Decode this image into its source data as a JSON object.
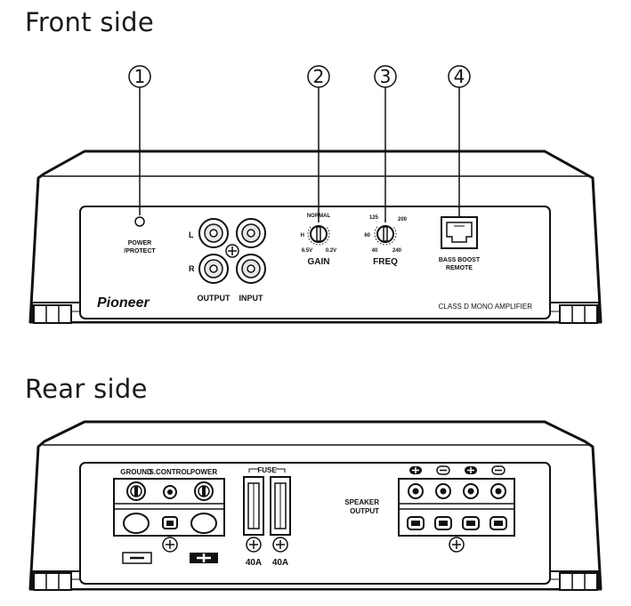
{
  "front": {
    "heading": "Front side",
    "callouts": [
      "1",
      "2",
      "3",
      "4"
    ],
    "power_protect": [
      "POWER",
      "/PROTECT"
    ],
    "rca": {
      "left": "L",
      "right": "R",
      "output": "OUTPUT",
      "input": "INPUT"
    },
    "gain": {
      "normal": "NORMAL",
      "high": "H",
      "low_v": "6.5V",
      "high_v": "0.2V",
      "label": "GAIN"
    },
    "freq": {
      "f125": "125",
      "f200": "200",
      "f60": "60",
      "f40": "40",
      "f240": "240",
      "label": "FREQ"
    },
    "bass_boost": [
      "BASS BOOST",
      "REMOTE"
    ],
    "brand": "Pioneer",
    "model": "CLASS D MONO AMPLIFIER"
  },
  "rear": {
    "heading": "Rear side",
    "ground": "GROUND",
    "s_control": "S.CONTROL",
    "power": "POWER",
    "fuse": "FUSE",
    "fuse_ratings": [
      "40A",
      "40A"
    ],
    "speaker_output": [
      "SPEAKER",
      "OUTPUT"
    ]
  }
}
